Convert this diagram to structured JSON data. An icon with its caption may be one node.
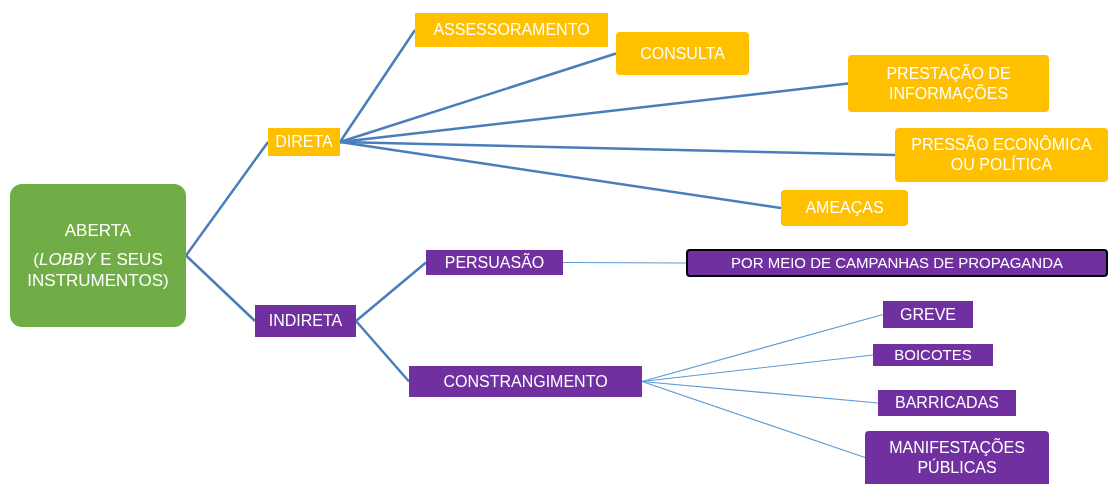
{
  "diagram": {
    "nodes": [
      {
        "text": [
          "ABERTA",
          "(*LOBBY* E SEUS INSTRUMENTOS)"
        ]
      },
      {
        "text": [
          "DIRETA"
        ]
      },
      {
        "text": [
          "ASSESSORAMENTO"
        ]
      },
      {
        "text": [
          "CONSULTA"
        ]
      },
      {
        "text": [
          "PRESTAÇÃO DE INFORMAÇÕES"
        ]
      },
      {
        "text": [
          "PRESSÃO ECONÔMICA OU POLÍTICA"
        ]
      },
      {
        "text": [
          "AMEAÇAS"
        ]
      },
      {
        "text": [
          "INDIRETA"
        ]
      },
      {
        "text": [
          "PERSUASÃO"
        ]
      },
      {
        "text": [
          "POR MEIO DE CAMPANHAS DE PROPAGANDA"
        ]
      },
      {
        "text": [
          "CONSTRANGIMENTO"
        ]
      },
      {
        "text": [
          "GREVE"
        ]
      },
      {
        "text": [
          "BOICOTES"
        ]
      },
      {
        "text": [
          "BARRICADAS"
        ]
      },
      {
        "text": [
          "MANIFESTAÇÕES PÚBLICAS"
        ]
      }
    ],
    "edges": [
      {
        "from": 0,
        "to": 1,
        "arrow": "none"
      },
      {
        "from": 0,
        "to": 7,
        "arrow": "none"
      },
      {
        "from": 1,
        "to": 2,
        "arrow": "none"
      },
      {
        "from": 1,
        "to": 3,
        "arrow": "none"
      },
      {
        "from": 1,
        "to": 4,
        "arrow": "none"
      },
      {
        "from": 1,
        "to": 5,
        "arrow": "none"
      },
      {
        "from": 1,
        "to": 6,
        "arrow": "none"
      },
      {
        "from": 7,
        "to": 8,
        "arrow": "none"
      },
      {
        "from": 7,
        "to": 10,
        "arrow": "none"
      },
      {
        "from": 8,
        "to": 9,
        "arrow": "none",
        "color": "#5b9bd5"
      },
      {
        "from": 10,
        "to": 11,
        "arrow": "none",
        "color": "#5b9bd5"
      },
      {
        "from": 10,
        "to": 12,
        "arrow": "none",
        "color": "#5b9bd5"
      },
      {
        "from": 10,
        "to": 13,
        "arrow": "none",
        "color": "#5b9bd5"
      },
      {
        "from": 10,
        "to": 14,
        "arrow": "none",
        "color": "#5b9bd5"
      }
    ]
  }
}
